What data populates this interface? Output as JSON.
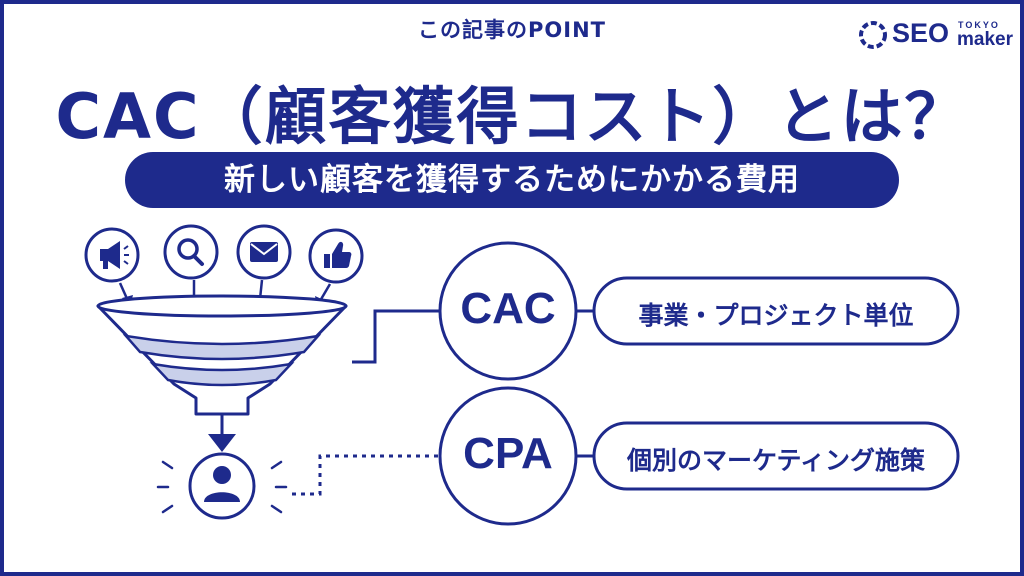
{
  "header": {
    "point_label": "この記事のPOINT"
  },
  "logo": {
    "seo": "SEO",
    "tokyo": "TOKYO",
    "maker": "maker"
  },
  "title": "CAC（顧客獲得コスト）とは？",
  "subtitle": "新しい顧客を獲得するためにかかる費用",
  "diagram": {
    "icons": [
      "megaphone-icon",
      "search-icon",
      "mail-icon",
      "thumbs-up-icon"
    ],
    "result_icon": "user-icon",
    "items": [
      {
        "name": "CAC",
        "description": "事業・プロジェクト単位",
        "connector": "solid"
      },
      {
        "name": "CPA",
        "description": "個別のマーケティング施策",
        "connector": "dotted"
      }
    ]
  },
  "colors": {
    "primary": "#1e2a8c",
    "funnel_band": "#c9d0ea",
    "background": "#ffffff"
  }
}
